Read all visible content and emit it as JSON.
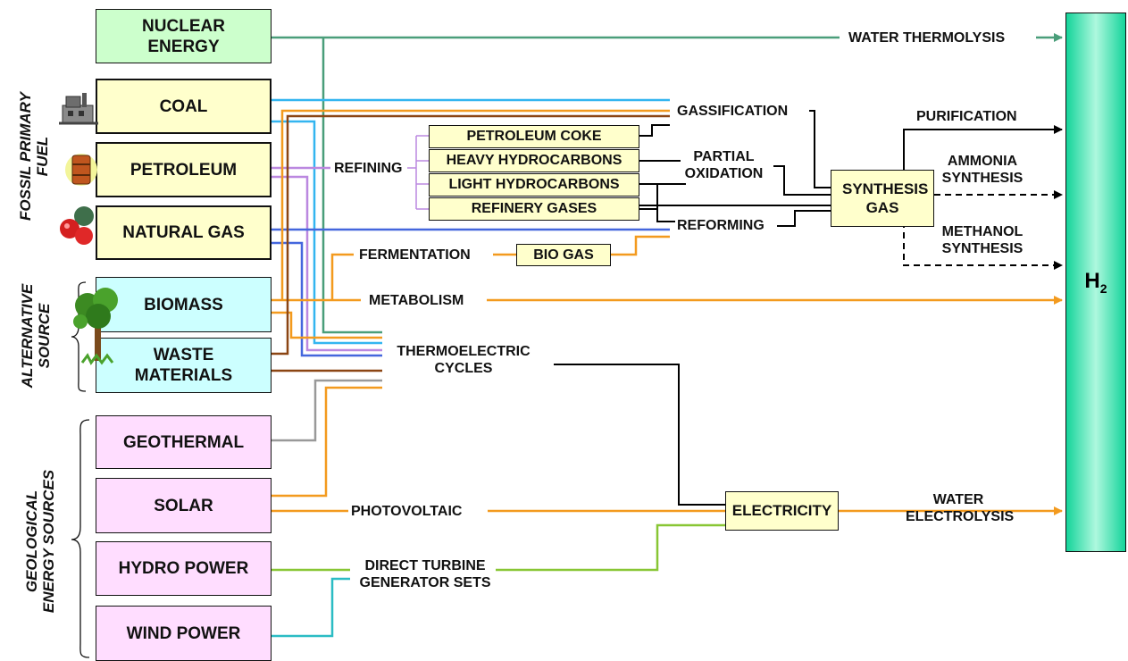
{
  "sources": {
    "nuclear": "NUCLEAR ENERGY",
    "coal": "COAL",
    "petroleum": "PETROLEUM",
    "natural_gas": "NATURAL GAS",
    "biomass": "BIOMASS",
    "waste": "WASTE MATERIALS",
    "geothermal": "GEOTHERMAL",
    "solar": "SOLAR",
    "hydro": "HYDRO POWER",
    "wind": "WIND POWER"
  },
  "groups": {
    "fossil": "FOSSIL PRIMARY FUEL",
    "alternative": "ALTERNATIVE SOURCE",
    "geological": "GEOLOGICAL ENERGY SOURCES"
  },
  "refinery_products": [
    "PETROLEUM COKE",
    "HEAVY HYDROCARBONS",
    "LIGHT HYDROCARBONS",
    "REFINERY GASES"
  ],
  "processes": {
    "water_thermolysis": "WATER THERMOLYSIS",
    "gassification": "GASSIFICATION",
    "partial_oxidation": "PARTIAL OXIDATION",
    "refining": "REFINING",
    "reforming": "REFORMING",
    "fermentation": "FERMENTATION",
    "bio_gas": "BIO GAS",
    "metabolism": "METABOLISM",
    "thermoelectric": "THERMOELECTRIC CYCLES",
    "photovoltaic": "PHOTOVOLTAIC",
    "direct_turbine": "DIRECT TURBINE GENERATOR SETS",
    "synthesis_gas": "SYNTHESIS GAS",
    "electricity": "ELECTRICITY",
    "purification": "PURIFICATION",
    "ammonia": "AMMONIA SYNTHESIS",
    "methanol": "METHANOL SYNTHESIS",
    "water_electrolysis": "WATER ELECTROLYSIS"
  },
  "product": {
    "h": "H",
    "sub": "2"
  },
  "colors": {
    "nuclear_line": "#4a9e7a",
    "coal_line": "#33b5f0",
    "petroleum_line": "#bb88e0",
    "gas_line": "#4466dd",
    "biomass_line": "#f39a1e",
    "waste_line": "#8b4513",
    "geothermal_line": "#999999",
    "green_line": "#88c634",
    "wind_line": "#2bbcc4",
    "black_line": "#000000"
  }
}
